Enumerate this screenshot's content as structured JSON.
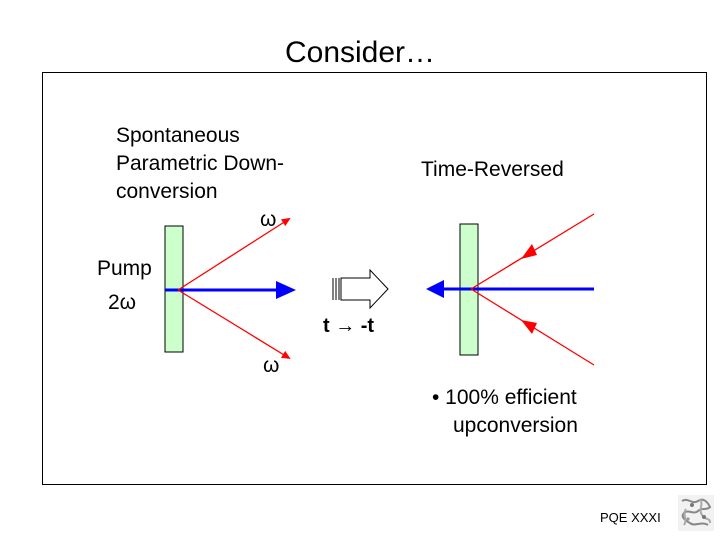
{
  "title": "Consider…",
  "left_label_lines": [
    "Spontaneous",
    "Parametric Down-",
    "conversion"
  ],
  "right_label": "Time-Reversed",
  "pump_label": "Pump",
  "pump_freq": "2ω",
  "signal_freq": "ω",
  "idler_freq": "ω",
  "transform_text": "t → -t",
  "bullet_lines": [
    "• 100% efficient",
    "upconversion"
  ],
  "footer": "PQE XXXI",
  "colors": {
    "pump": "#0000ff",
    "downconverted": "#ff0000",
    "crystal": "#ccffcc"
  }
}
